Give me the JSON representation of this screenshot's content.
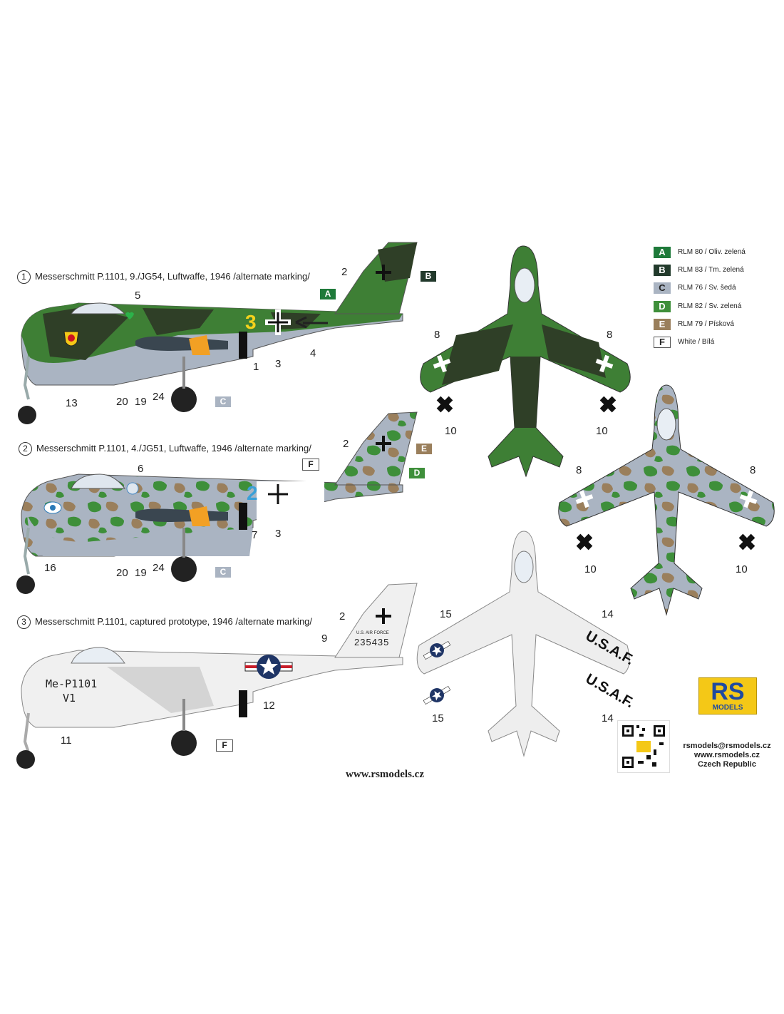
{
  "profiles": [
    {
      "num": "1",
      "title": "Messerschmitt P.1101, 9./JG54, Luftwaffe, 1946 /alternate marking/"
    },
    {
      "num": "2",
      "title": "Messerschmitt P.1101, 4./JG51, Luftwaffe, 1946 /alternate marking/"
    },
    {
      "num": "3",
      "title": "Messerschmitt P.1101, captured prototype, 1946 /alternate marking/"
    }
  ],
  "legend": [
    {
      "code": "A",
      "label": "RLM 80 / Oliv. zelená",
      "color": "#1e7a3a"
    },
    {
      "code": "B",
      "label": "RLM 83 / Tm. zelená",
      "color": "#223a2c"
    },
    {
      "code": "C",
      "label": "RLM 76 / Sv. šedá",
      "color": "#aab4c2"
    },
    {
      "code": "D",
      "label": "RLM 82 / Sv. zelená",
      "color": "#3e8f3a"
    },
    {
      "code": "E",
      "label": "RLM 79 / Písková",
      "color": "#9a7f5c"
    },
    {
      "code": "F",
      "label": "White / Bílá",
      "color": "#ffffff"
    }
  ],
  "callouts": {
    "p1": [
      "2",
      "5",
      "1",
      "3",
      "4",
      "13",
      "20",
      "19",
      "24"
    ],
    "p2": [
      "2",
      "6",
      "7",
      "3",
      "16",
      "20",
      "19",
      "24"
    ],
    "p3": [
      "2",
      "9",
      "12",
      "11"
    ],
    "top": [
      "8",
      "8",
      "10",
      "10",
      "8",
      "8",
      "10",
      "10",
      "15",
      "14",
      "15",
      "14"
    ]
  },
  "markings": {
    "p1_code": "3",
    "p2_code": "2",
    "p3_nose": "Me-P1101",
    "p3_v": "V1",
    "p3_serial_small": "U.S. AIR FORCE",
    "p3_serial": "235435",
    "usaf": "U.S.A.F."
  },
  "brand": {
    "logo_top": "RS",
    "logo_bottom": "MODELS",
    "email": "rsmodels@rsmodels.cz",
    "web": "www.rsmodels.cz",
    "country": "Czech Republic",
    "footer": "www.rsmodels.cz"
  }
}
